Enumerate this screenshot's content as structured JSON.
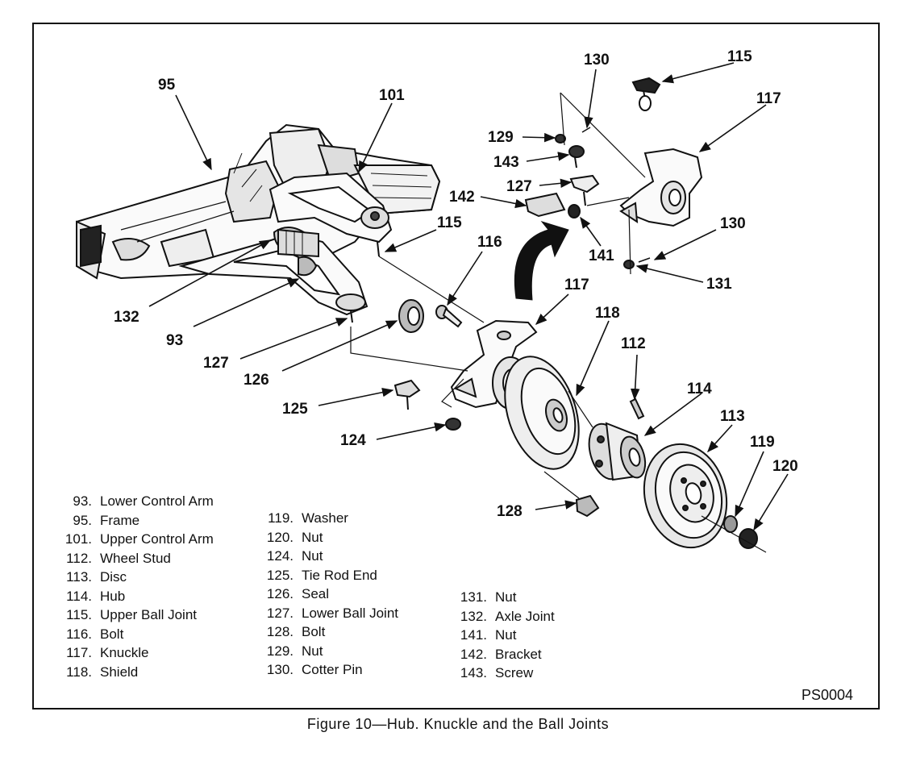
{
  "callouts": {
    "c95": "95",
    "c101": "101",
    "c130a": "130",
    "c115a": "115",
    "c117a": "117",
    "c129": "129",
    "c143": "143",
    "c127a": "127",
    "c142": "142",
    "c115b": "115",
    "c116": "116",
    "c141": "141",
    "c130b": "130",
    "c131": "131",
    "c117b": "117",
    "c132": "132",
    "c93": "93",
    "c118": "118",
    "c112": "112",
    "c127b": "127",
    "c126": "126",
    "c125": "125",
    "c114": "114",
    "c113": "113",
    "c124": "124",
    "c119": "119",
    "c120": "120",
    "c128": "128"
  },
  "legend": {
    "col1": [
      {
        "num": "93.",
        "label": "Lower Control Arm"
      },
      {
        "num": "95.",
        "label": "Frame"
      },
      {
        "num": "101.",
        "label": "Upper Control Arm"
      },
      {
        "num": "112.",
        "label": "Wheel Stud"
      },
      {
        "num": "113.",
        "label": "Disc"
      },
      {
        "num": "114.",
        "label": "Hub"
      },
      {
        "num": "115.",
        "label": "Upper Ball Joint"
      },
      {
        "num": "116.",
        "label": "Bolt"
      },
      {
        "num": "117.",
        "label": "Knuckle"
      },
      {
        "num": "118.",
        "label": "Shield"
      }
    ],
    "col2": [
      {
        "num": "119.",
        "label": "Washer"
      },
      {
        "num": "120.",
        "label": "Nut"
      },
      {
        "num": "124.",
        "label": "Nut"
      },
      {
        "num": "125.",
        "label": "Tie Rod End"
      },
      {
        "num": "126.",
        "label": "Seal"
      },
      {
        "num": "127.",
        "label": "Lower Ball Joint"
      },
      {
        "num": "128.",
        "label": "Bolt"
      },
      {
        "num": "129.",
        "label": "Nut"
      },
      {
        "num": "130.",
        "label": "Cotter Pin"
      }
    ],
    "col3": [
      {
        "num": "131.",
        "label": "Nut"
      },
      {
        "num": "132.",
        "label": "Axle Joint"
      },
      {
        "num": "141.",
        "label": "Nut"
      },
      {
        "num": "142.",
        "label": "Bracket"
      },
      {
        "num": "143.",
        "label": "Screw"
      }
    ]
  },
  "figure_id": "PS0004",
  "caption": "Figure 10—Hub. Knuckle and the Ball Joints"
}
